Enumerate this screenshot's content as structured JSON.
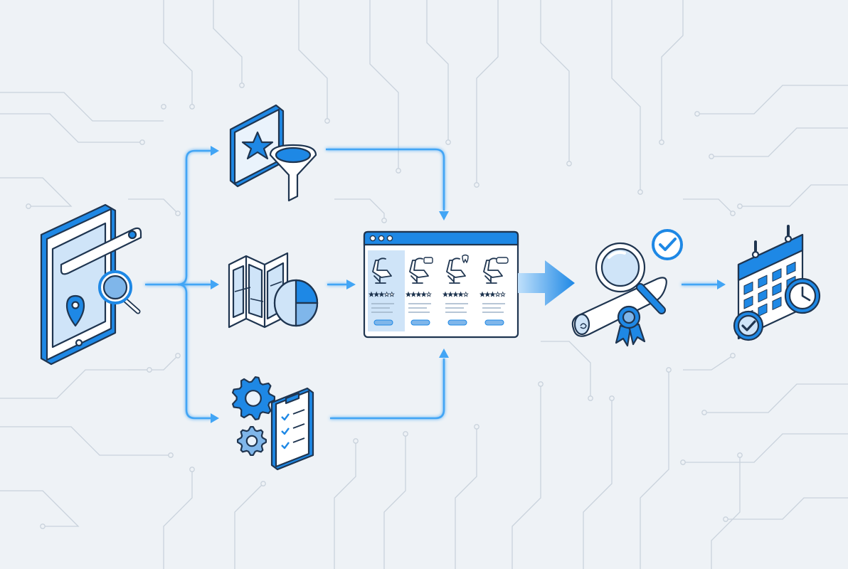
{
  "diagram": {
    "style": "isometric line-art flow diagram on circuit-board background",
    "colors": {
      "background": "#eef2f6",
      "circuit": "#c9d2dc",
      "outline": "#1f3550",
      "primary": "#1e88e5",
      "light": "#cfe4f8",
      "mid": "#7fb6ea",
      "flow": "#42a5f5"
    },
    "nodes": [
      {
        "id": "search",
        "icon": "tablet-search-location-icon"
      },
      {
        "id": "ratings",
        "icon": "star-funnel-icon"
      },
      {
        "id": "location",
        "icon": "map-pie-chart-icon"
      },
      {
        "id": "services",
        "icon": "gears-checklist-icon"
      },
      {
        "id": "comparison",
        "icon": "dentist-chair-comparison-window-icon"
      },
      {
        "id": "verification",
        "icon": "magnifier-certificate-icon"
      },
      {
        "id": "booking",
        "icon": "calendar-clock-check-icon"
      }
    ],
    "comparison_columns": [
      {
        "icon": "dentist-chair-icon",
        "badge": "",
        "stars": 3
      },
      {
        "icon": "dentist-chair-icon",
        "badge": "chat-bubble",
        "stars": 4
      },
      {
        "icon": "dentist-chair-icon",
        "badge": "tooth",
        "stars": 4
      },
      {
        "icon": "dentist-chair-icon",
        "badge": "price-tag",
        "stars": 3
      }
    ],
    "connectors": [
      {
        "from": "search",
        "to": "ratings"
      },
      {
        "from": "search",
        "to": "location"
      },
      {
        "from": "search",
        "to": "services"
      },
      {
        "from": "ratings",
        "to": "comparison"
      },
      {
        "from": "location",
        "to": "comparison"
      },
      {
        "from": "services",
        "to": "comparison"
      },
      {
        "from": "comparison",
        "to": "verification",
        "style": "big-arrow"
      },
      {
        "from": "verification",
        "to": "booking"
      }
    ]
  }
}
